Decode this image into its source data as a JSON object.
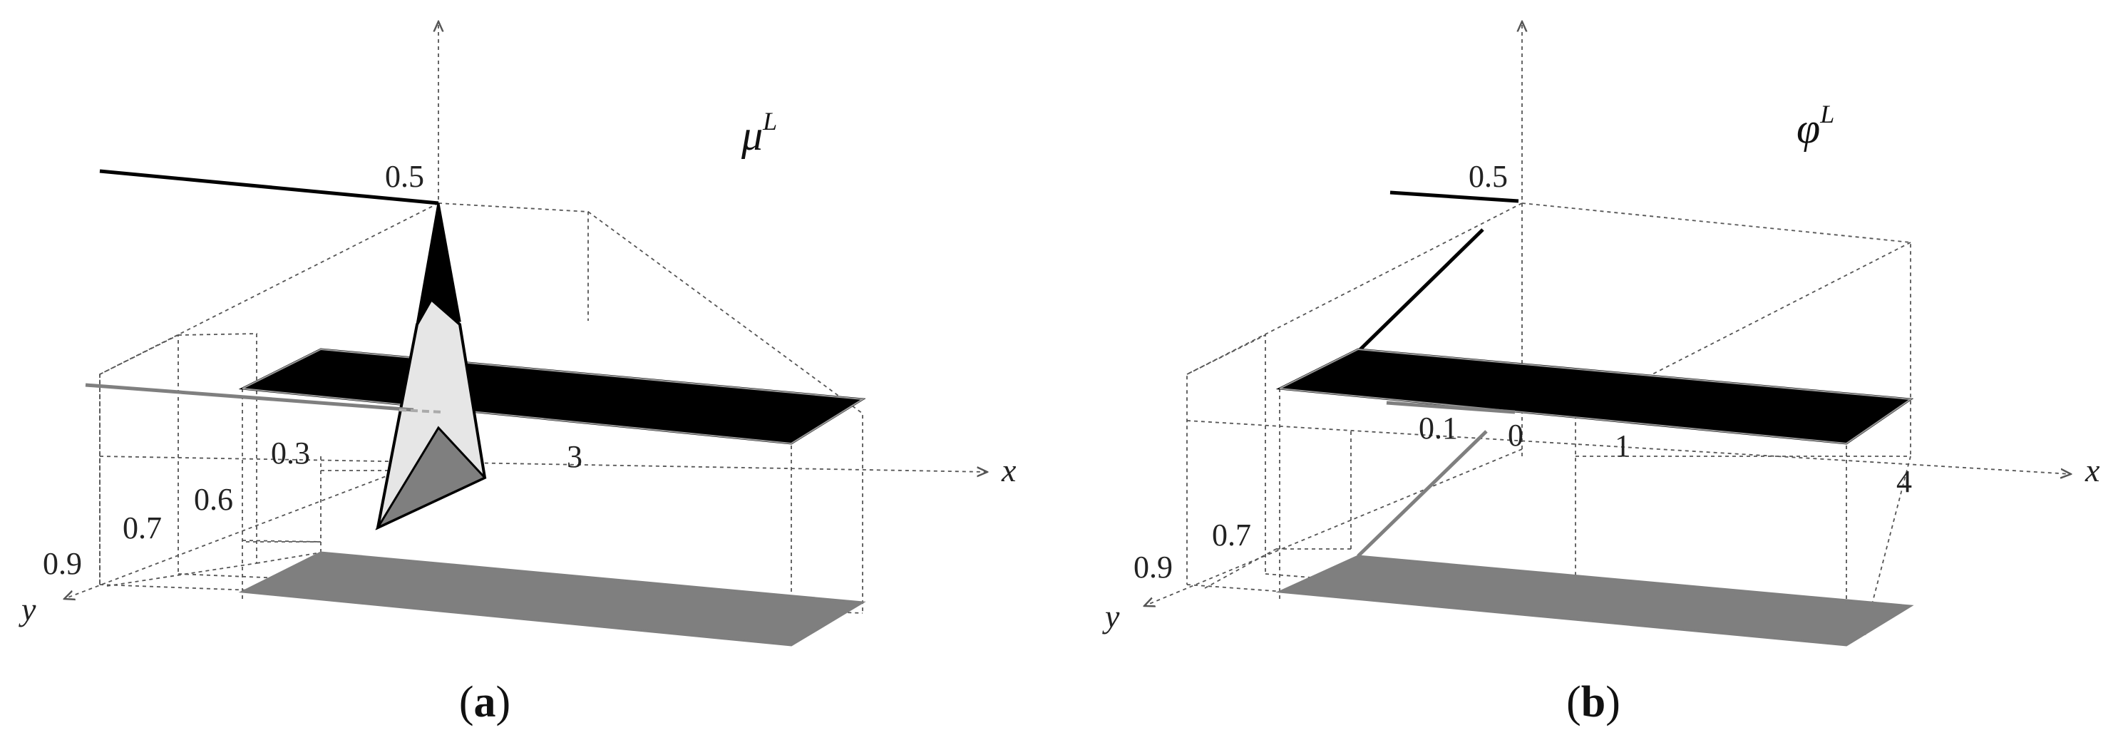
{
  "panels": [
    {
      "id": "a",
      "function_label": "μ",
      "function_superscript": "L",
      "peak_label": "0.5",
      "x_axis_name": "x",
      "y_axis_name": "y",
      "x_ticks": [
        "3"
      ],
      "y_ticks": [
        "0.3",
        "0.6",
        "0.7",
        "0.9"
      ],
      "caption_open": "(",
      "caption_letter": "a",
      "caption_close": ")"
    },
    {
      "id": "b",
      "function_label": "φ",
      "function_superscript": "L",
      "peak_label": "0.5",
      "x_axis_name": "x",
      "y_axis_name": "y",
      "x_ticks": [
        "0.1",
        "0",
        "1",
        "4"
      ],
      "y_ticks": [
        "0.7",
        "0.9"
      ],
      "caption_open": "(",
      "caption_letter": "b",
      "caption_close": ")"
    }
  ],
  "colors": {
    "surface": "#000000",
    "projection": "#7f7f7f",
    "light_facet": "#e6e6e6",
    "guide": "#555555"
  }
}
